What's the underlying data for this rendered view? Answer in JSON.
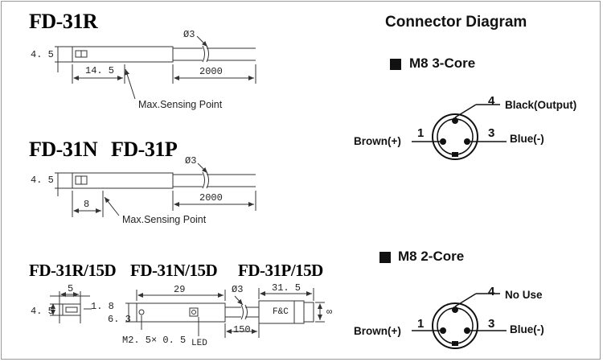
{
  "sections": {
    "top": {
      "model": "FD-31R",
      "dims": {
        "height": "4. 5",
        "offset": "14. 5",
        "diameter": "Ø3",
        "cable": "2000"
      },
      "sensing_label": "Max.Sensing Point"
    },
    "middle": {
      "model_n": "FD-31N",
      "model_p": "FD-31P",
      "dims": {
        "height": "4. 5",
        "offset": "8",
        "diameter": "Ø3",
        "cable": "2000"
      },
      "sensing_label": "Max.Sensing Point"
    },
    "bottom": {
      "models": [
        "FD-31R/15D",
        "FD-31N/15D",
        "FD-31P/15D"
      ],
      "dims": {
        "width": "5",
        "height": "4. 5",
        "thin": "1. 8",
        "body_h": "6. 3",
        "length": "29",
        "diameter": "Ø3",
        "cable": "150",
        "conn_len": "31. 5",
        "conn_dia": "∞"
      },
      "thread_label": "M2. 5× 0. 5",
      "led_label": "LED",
      "connector_mark": "F&C"
    }
  },
  "connector": {
    "title": "Connector Diagram",
    "three_core": {
      "title": "M8 3-Core",
      "pins": [
        {
          "no": "1",
          "label": "Brown(+)"
        },
        {
          "no": "4",
          "label": "Black(Output)"
        },
        {
          "no": "3",
          "label": "Blue(-)"
        }
      ]
    },
    "two_core": {
      "title": "M8 2-Core",
      "pins": [
        {
          "no": "1",
          "label": "Brown(+)"
        },
        {
          "no": "4",
          "label": "No Use"
        },
        {
          "no": "3",
          "label": "Blue(-)"
        }
      ]
    }
  }
}
